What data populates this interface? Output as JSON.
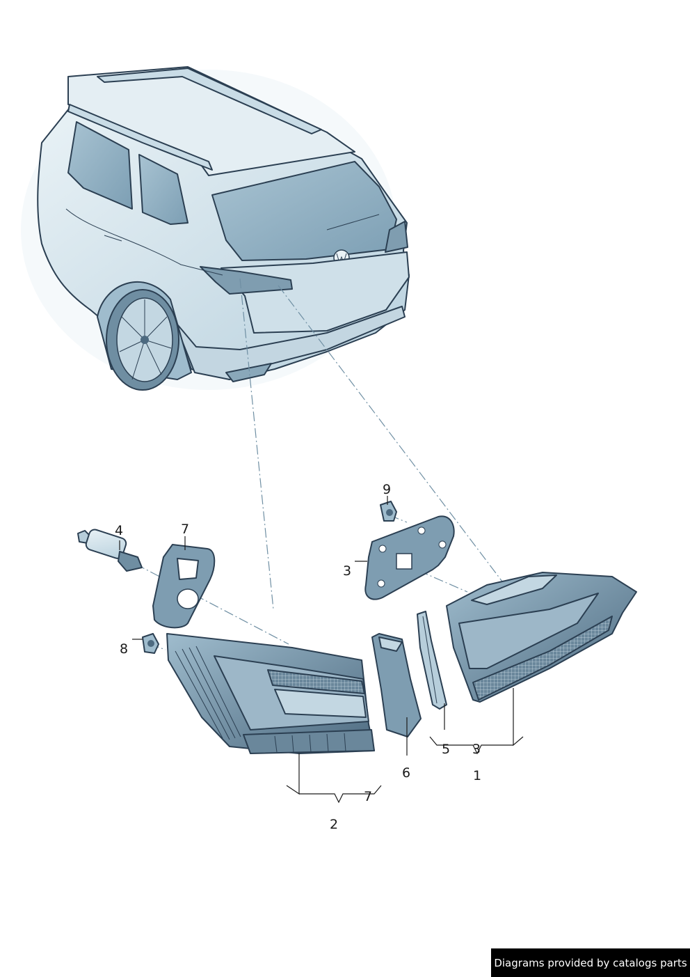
{
  "callouts": {
    "c1": "1",
    "c2": "2",
    "c3_outer": "3",
    "c3_inner": "3",
    "c4": "4",
    "c5": "5",
    "c6": "6",
    "c7_gasket": "7",
    "c7_group": "7",
    "c8": "8",
    "c9": "9"
  },
  "credit": {
    "text": "Diagrams provided by catalogs parts"
  },
  "colors": {
    "body_fill": "#d6e6ee",
    "body_shade": "#a9c6d6",
    "glass": "#8fb0c3",
    "lamp_dark": "#4d6a80",
    "lamp_mid": "#7e9db1",
    "lamp_light": "#c3d7e2",
    "outline": "#2b3f52"
  }
}
